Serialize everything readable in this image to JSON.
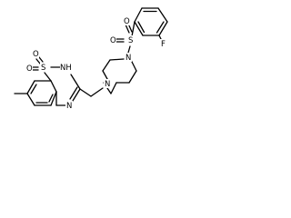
{
  "molecule": {
    "atoms": {
      "F": "F",
      "O_sulfonyl_top": "O",
      "S_sulfonyl": "S",
      "O_sulfonyl_left": "O",
      "N_piperazine_top": "N",
      "N_piperazine_bottom": "N",
      "O_ring_left": "O",
      "S_ring": "S",
      "O_ring_right": "O",
      "NH_ring": "NH",
      "N_ring": "N"
    },
    "colors": {
      "bond": "#000000",
      "text": "#000000",
      "background": "#ffffff"
    }
  }
}
